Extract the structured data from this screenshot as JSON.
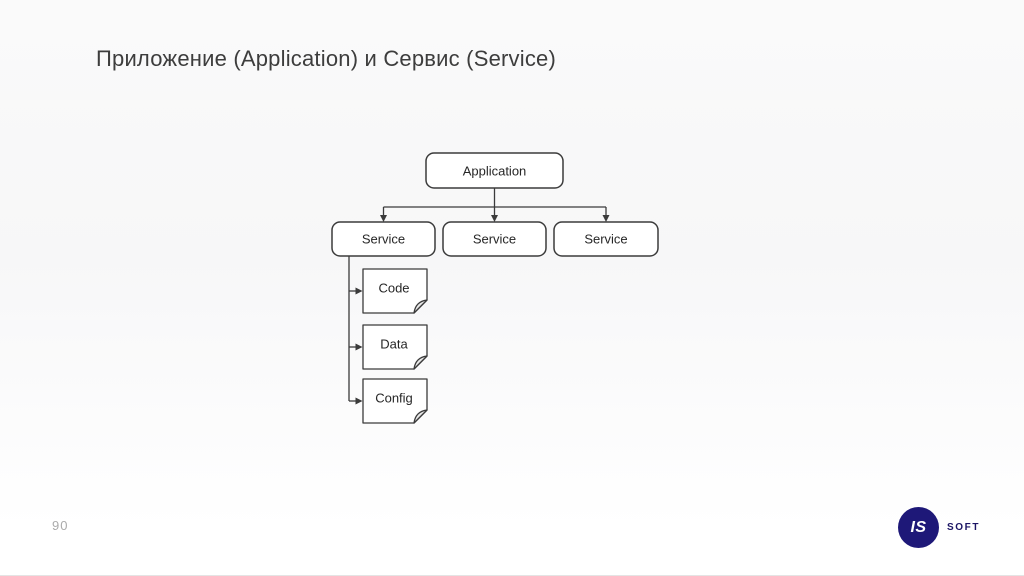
{
  "slide": {
    "title": "Приложение (Application) и Сервис (Service)",
    "page_number": "90"
  },
  "diagram": {
    "type": "block-hierarchy",
    "root": {
      "label": "Application"
    },
    "services": [
      {
        "label": "Service"
      },
      {
        "label": "Service"
      },
      {
        "label": "Service"
      }
    ],
    "documents": [
      {
        "label": "Code"
      },
      {
        "label": "Data"
      },
      {
        "label": "Config"
      }
    ],
    "edges": [
      "Application -> Service (1)",
      "Application -> Service (2)",
      "Application -> Service (3)",
      "Service (1) -> Code",
      "Service (1) -> Data",
      "Service (1) -> Config"
    ],
    "stroke_color": "#3b3b3b",
    "node_fill": "#ffffff"
  },
  "logo": {
    "mark": "IS",
    "text": "SOFT",
    "brand_color": "#1e1878"
  }
}
